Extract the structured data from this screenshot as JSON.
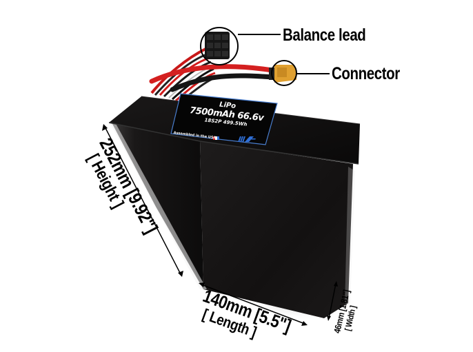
{
  "product": {
    "label": {
      "chemistry": "LiPo",
      "capacity_voltage": "7500mAh 66.6v",
      "config_energy": "18S2P 499.5Wh",
      "assembled": "Assembled in the USA",
      "logo": "MA"
    }
  },
  "callouts": {
    "balance_lead": "Balance lead",
    "connector": "Connector"
  },
  "dimensions": {
    "height_value": "252mm [9.92\"]",
    "height_label": "[ Height ]",
    "length_value": "140mm [5.5\"]",
    "length_label": "[ Length ]",
    "width_value": "46mm [1.81\"]",
    "width_label": "[ Width ]"
  },
  "colors": {
    "battery_body": "#141212",
    "label_border": "#4a7fd0",
    "cable_red": "#d42020",
    "connector_yellow": "#e0a030",
    "logo_blue": "#2f6fd6"
  }
}
